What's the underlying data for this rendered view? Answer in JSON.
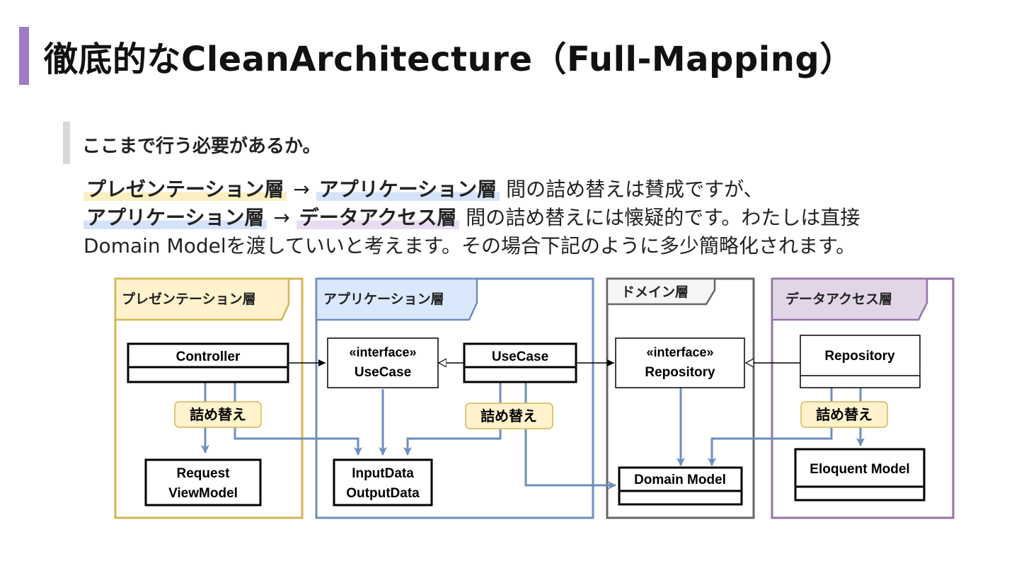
{
  "title": "徹底的なCleanArchitecture（Full-Mapping）",
  "subtitle": "ここまで行う必要があるか。",
  "paragraph": {
    "line1": {
      "term1": "プレゼンテーション層",
      "arrow1": " → ",
      "term2": "アプリケーション層",
      "rest": " 間の詰め替えは賛成ですが、"
    },
    "line2": {
      "term1": "アプリケーション層",
      "arrow1": " → ",
      "term2": "データアクセス層",
      "rest": " 間の詰め替えには懐疑的です。わたしは直接"
    },
    "line3": "Domain Modelを渡していいと考えます。その場合下記のように多少簡略化されます。"
  },
  "layers": {
    "presentation": {
      "label": "プレゼンテーション層",
      "color": "#d6b656",
      "fill": "#fff2cc"
    },
    "application": {
      "label": "アプリケーション層",
      "color": "#6c8ebf",
      "fill": "#dae8fc"
    },
    "domain": {
      "label": "ドメイン層",
      "color": "#666666",
      "fill": "#f5f5f5"
    },
    "data_access": {
      "label": "データアクセス層",
      "color": "#9673a6",
      "fill": "#e1d5e7"
    }
  },
  "classes": {
    "controller": "Controller",
    "request_vm_line1": "Request",
    "request_vm_line2": "ViewModel",
    "iface_usecase_stereo": "«interface»",
    "iface_usecase_name": "UseCase",
    "usecase": "UseCase",
    "inputdata": "InputData",
    "outputdata": "OutputData",
    "iface_repo_stereo": "«interface»",
    "iface_repo_name": "Repository",
    "domain_model": "Domain Model",
    "repository": "Repository",
    "eloquent_model": "Eloquent Model"
  },
  "mapping_labels": {
    "presentation": "詰め替え",
    "application": "詰め替え",
    "data_access": "詰め替え"
  },
  "colors": {
    "title_accent": "#a07cc5",
    "subtitle_accent": "#d9d9d9",
    "arrow_blue": "#6c8ebf",
    "mapping_fill": "#fff2cc",
    "mapping_stroke": "#d6b656"
  }
}
